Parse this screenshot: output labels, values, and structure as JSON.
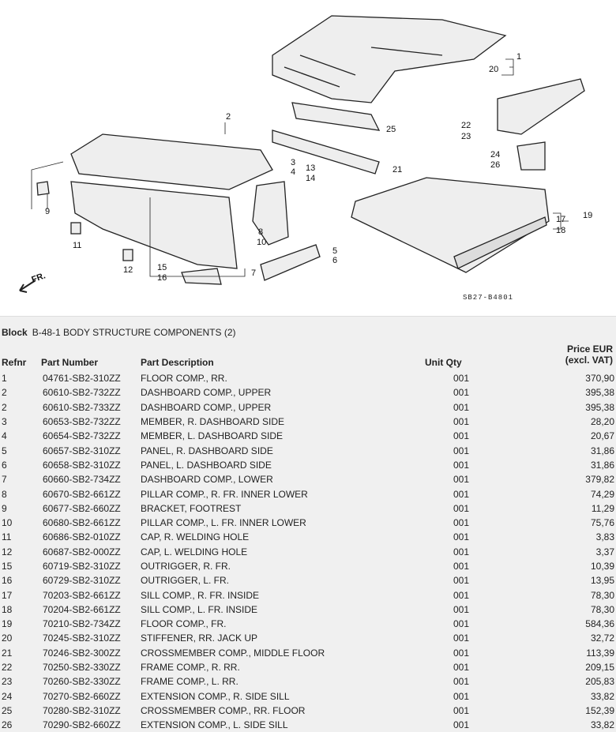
{
  "diagram": {
    "callouts": [
      "1",
      "20",
      "2",
      "3",
      "4",
      "13",
      "14",
      "25",
      "21",
      "22",
      "23",
      "24",
      "26",
      "9",
      "11",
      "12",
      "8",
      "10",
      "15",
      "16",
      "7",
      "5",
      "6",
      "17",
      "18",
      "19"
    ],
    "front_label": "FR.",
    "drawing_code": "SB27-B4801"
  },
  "block": {
    "label": "Block",
    "title": "B-48-1 BODY STRUCTURE COMPONENTS (2)"
  },
  "columns": {
    "refnr": "Refnr",
    "part_number": "Part Number",
    "description": "Part Description",
    "unit_qty": "Unit Qty",
    "price_line1": "Price EUR",
    "price_line2": "(excl. VAT)"
  },
  "rows": [
    {
      "ref": "1",
      "pn": "04761-SB2-310ZZ",
      "desc": "FLOOR COMP., RR.",
      "qty": "001",
      "price": "370,90"
    },
    {
      "ref": "2",
      "pn": "60610-SB2-732ZZ",
      "desc": "DASHBOARD COMP., UPPER",
      "qty": "001",
      "price": "395,38"
    },
    {
      "ref": "2",
      "pn": "60610-SB2-733ZZ",
      "desc": "DASHBOARD COMP., UPPER",
      "qty": "001",
      "price": "395,38"
    },
    {
      "ref": "3",
      "pn": "60653-SB2-732ZZ",
      "desc": "MEMBER, R. DASHBOARD SIDE",
      "qty": "001",
      "price": "28,20"
    },
    {
      "ref": "4",
      "pn": "60654-SB2-732ZZ",
      "desc": "MEMBER, L. DASHBOARD SIDE",
      "qty": "001",
      "price": "20,67"
    },
    {
      "ref": "5",
      "pn": "60657-SB2-310ZZ",
      "desc": "PANEL, R. DASHBOARD SIDE",
      "qty": "001",
      "price": "31,86"
    },
    {
      "ref": "6",
      "pn": "60658-SB2-310ZZ",
      "desc": "PANEL, L. DASHBOARD SIDE",
      "qty": "001",
      "price": "31,86"
    },
    {
      "ref": "7",
      "pn": "60660-SB2-734ZZ",
      "desc": "DASHBOARD COMP., LOWER",
      "qty": "001",
      "price": "379,82"
    },
    {
      "ref": "8",
      "pn": "60670-SB2-661ZZ",
      "desc": "PILLAR COMP., R. FR. INNER LOWER",
      "qty": "001",
      "price": "74,29"
    },
    {
      "ref": "9",
      "pn": "60677-SB2-660ZZ",
      "desc": "BRACKET, FOOTREST",
      "qty": "001",
      "price": "11,29"
    },
    {
      "ref": "10",
      "pn": "60680-SB2-661ZZ",
      "desc": "PILLAR COMP., L. FR. INNER LOWER",
      "qty": "001",
      "price": "75,76"
    },
    {
      "ref": "11",
      "pn": "60686-SB2-010ZZ",
      "desc": "CAP, R. WELDING HOLE",
      "qty": "001",
      "price": "3,83"
    },
    {
      "ref": "12",
      "pn": "60687-SB2-000ZZ",
      "desc": "CAP, L. WELDING HOLE",
      "qty": "001",
      "price": "3,37"
    },
    {
      "ref": "15",
      "pn": "60719-SB2-310ZZ",
      "desc": "OUTRIGGER, R. FR.",
      "qty": "001",
      "price": "10,39"
    },
    {
      "ref": "16",
      "pn": "60729-SB2-310ZZ",
      "desc": "OUTRIGGER, L. FR.",
      "qty": "001",
      "price": "13,95"
    },
    {
      "ref": "17",
      "pn": "70203-SB2-661ZZ",
      "desc": "SILL COMP., R. FR. INSIDE",
      "qty": "001",
      "price": "78,30"
    },
    {
      "ref": "18",
      "pn": "70204-SB2-661ZZ",
      "desc": "SILL COMP., L. FR. INSIDE",
      "qty": "001",
      "price": "78,30"
    },
    {
      "ref": "19",
      "pn": "70210-SB2-734ZZ",
      "desc": "FLOOR COMP., FR.",
      "qty": "001",
      "price": "584,36"
    },
    {
      "ref": "20",
      "pn": "70245-SB2-310ZZ",
      "desc": "STIFFENER, RR. JACK UP",
      "qty": "001",
      "price": "32,72"
    },
    {
      "ref": "21",
      "pn": "70246-SB2-300ZZ",
      "desc": "CROSSMEMBER COMP., MIDDLE FLOOR",
      "qty": "001",
      "price": "113,39"
    },
    {
      "ref": "22",
      "pn": "70250-SB2-330ZZ",
      "desc": "FRAME COMP., R. RR.",
      "qty": "001",
      "price": "209,15"
    },
    {
      "ref": "23",
      "pn": "70260-SB2-330ZZ",
      "desc": "FRAME COMP., L. RR.",
      "qty": "001",
      "price": "205,83"
    },
    {
      "ref": "24",
      "pn": "70270-SB2-660ZZ",
      "desc": "EXTENSION COMP., R. SIDE SILL",
      "qty": "001",
      "price": "33,82"
    },
    {
      "ref": "25",
      "pn": "70280-SB2-310ZZ",
      "desc": "CROSSMEMBER COMP., RR. FLOOR",
      "qty": "001",
      "price": "152,39"
    },
    {
      "ref": "26",
      "pn": "70290-SB2-660ZZ",
      "desc": "EXTENSION COMP., L. SIDE SILL",
      "qty": "001",
      "price": "33,82"
    }
  ]
}
